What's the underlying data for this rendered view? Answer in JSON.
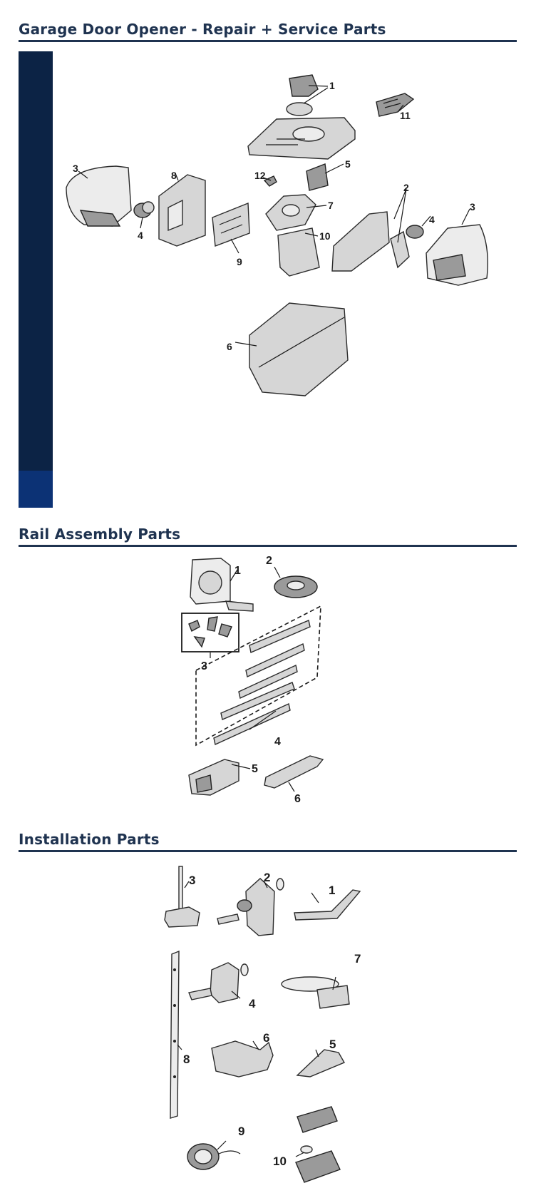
{
  "sections": {
    "opener": {
      "title": "Garage Door Opener - Repair + Service Parts",
      "callouts": [
        "1",
        "11",
        "3",
        "8",
        "12",
        "5",
        "7",
        "2",
        "3",
        "4",
        "4",
        "10",
        "9",
        "6"
      ]
    },
    "rail": {
      "title": "Rail Assembly Parts",
      "callouts": [
        "1",
        "2",
        "3",
        "4",
        "5",
        "6"
      ]
    },
    "install": {
      "title": "Installation Parts",
      "callouts": [
        "3",
        "2",
        "1",
        "7",
        "4",
        "8",
        "6",
        "5",
        "9",
        "10"
      ]
    }
  },
  "colors": {
    "heading": "#1f3350",
    "sidebar": "#0c2345",
    "sidebar_accent": "#0c3275"
  }
}
